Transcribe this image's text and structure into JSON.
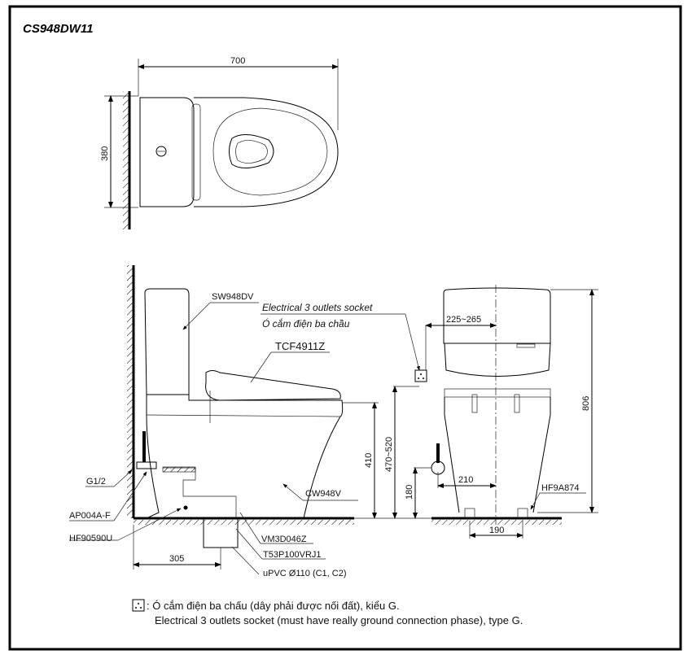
{
  "title": "CS948DW11",
  "top_view": {
    "dim_length": "700",
    "dim_width": "380"
  },
  "side_view": {
    "labels": {
      "tank": "SW948DV",
      "socket_en": "Electrical 3 outlets socket",
      "socket_vi": "Ó cắm điện ba chầu",
      "seat": "TCF4911Z",
      "inlet": "G1/2",
      "valve": "AP004A-F",
      "hose": "HF90590U",
      "bowl": "CW948V",
      "flange": "VM3D046Z",
      "trap": "T53P100VRJ1",
      "pipe": "uPVC Ø110 (C1, C2)"
    },
    "dims": {
      "rim_height": "410",
      "socket_height": "470~520",
      "rough_in": "305"
    }
  },
  "front_view": {
    "dims": {
      "socket_offset": "225~265",
      "total_height": "806",
      "inlet_offset": "210",
      "inlet_height": "180",
      "bolt_spacing": "190"
    },
    "labels": {
      "bolt": "HF9A874"
    }
  },
  "footer": {
    "icon": "socket-icon",
    "line_vi": ": Ó cắm điện ba chấu (dây phải được nối đất), kiểu G.",
    "line_en": "Electrical 3 outlets socket (must have really ground connection phase), type G."
  }
}
